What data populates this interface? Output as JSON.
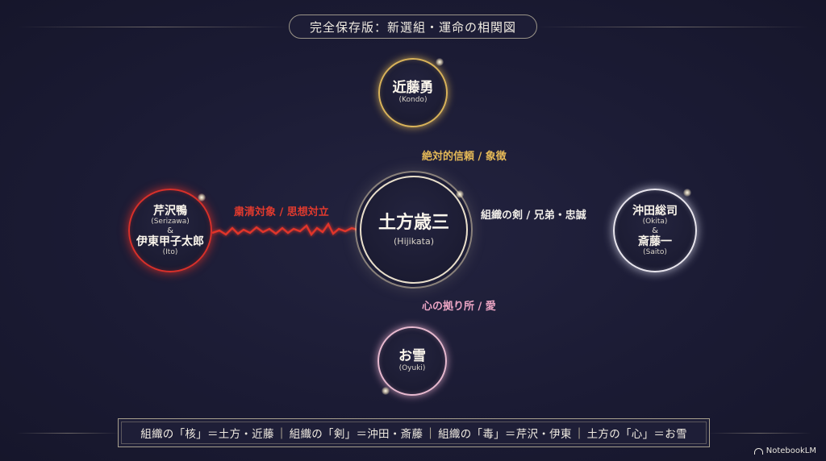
{
  "title": "完全保存版：新選組・運命の相関図",
  "nodes": {
    "center": {
      "jp": "土方歳三",
      "en": "(Hijikata)"
    },
    "kondo": {
      "jp": "近藤勇",
      "en": "(Kondo)"
    },
    "oyuki": {
      "jp": "お雪",
      "en": "(Oyuki)"
    },
    "serizawa_ito": {
      "jp1": "芹沢鴨",
      "en1": "(Serizawa)",
      "amp": "&",
      "jp2": "伊東甲子太郎",
      "en2": "(Ito)"
    },
    "okita_saito": {
      "jp1": "沖田総司",
      "en1": "(Okita)",
      "amp": "&",
      "jp2": "斎藤一",
      "en2": "(Saito)"
    }
  },
  "links": {
    "kondo": "絶対的信頼 / 象徴",
    "serizawa_ito": "粛清対象 / 思想対立",
    "okita_saito": "組織の剣 / 兄弟・忠誠",
    "oyuki": "心の拠り所 / 愛"
  },
  "footer": {
    "items": [
      "組織の「核」＝土方・近藤",
      "組織の「剣」＝沖田・斎藤",
      "組織の「毒」＝芹沢・伊東",
      "土方の「心」＝お雪"
    ],
    "separator": "|"
  },
  "brand": "NotebookLM",
  "colors": {
    "background": "#1b1b33",
    "kondo": "#d9b35a",
    "serizawa": "#d8302a",
    "okita": "#e9e6ee",
    "oyuki": "#e7b9cf",
    "center": "#e9dfcb"
  }
}
